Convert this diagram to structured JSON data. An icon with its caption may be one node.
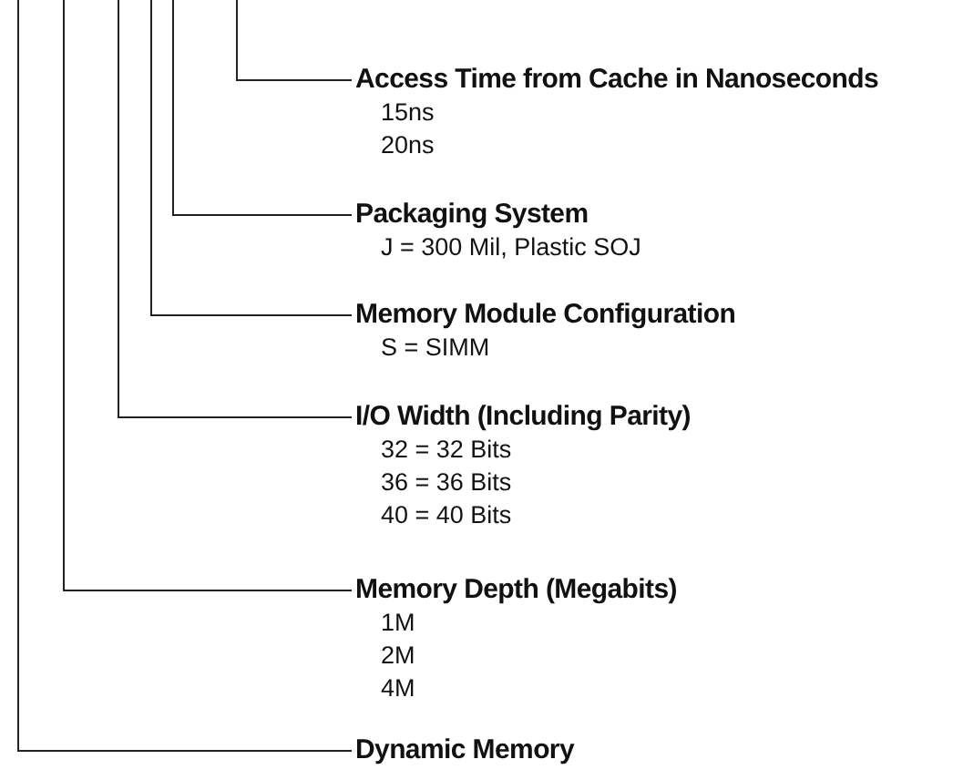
{
  "diagram": {
    "nodes": [
      {
        "text": [
          "Access Time from Cache in Nanoseconds",
          "15ns",
          "20ns"
        ]
      },
      {
        "text": [
          "Packaging System",
          "J = 300 Mil, Plastic SOJ"
        ]
      },
      {
        "text": [
          "Memory Module Configuration",
          "S = SIMM"
        ]
      },
      {
        "text": [
          "I/O Width (Including Parity)",
          "32 = 32 Bits",
          "36 = 36 Bits",
          "40 = 40 Bits"
        ]
      },
      {
        "text": [
          "Memory Depth (Megabits)",
          "1M",
          "2M",
          "4M"
        ]
      },
      {
        "text": [
          "Dynamic Memory"
        ]
      }
    ],
    "edges": [
      {
        "from": null,
        "to": 0,
        "arrow": "none"
      },
      {
        "from": null,
        "to": 1,
        "arrow": "none"
      },
      {
        "from": null,
        "to": 2,
        "arrow": "none"
      },
      {
        "from": null,
        "to": 3,
        "arrow": "none"
      },
      {
        "from": null,
        "to": 4,
        "arrow": "none"
      },
      {
        "from": null,
        "to": 5,
        "arrow": "none"
      }
    ]
  }
}
